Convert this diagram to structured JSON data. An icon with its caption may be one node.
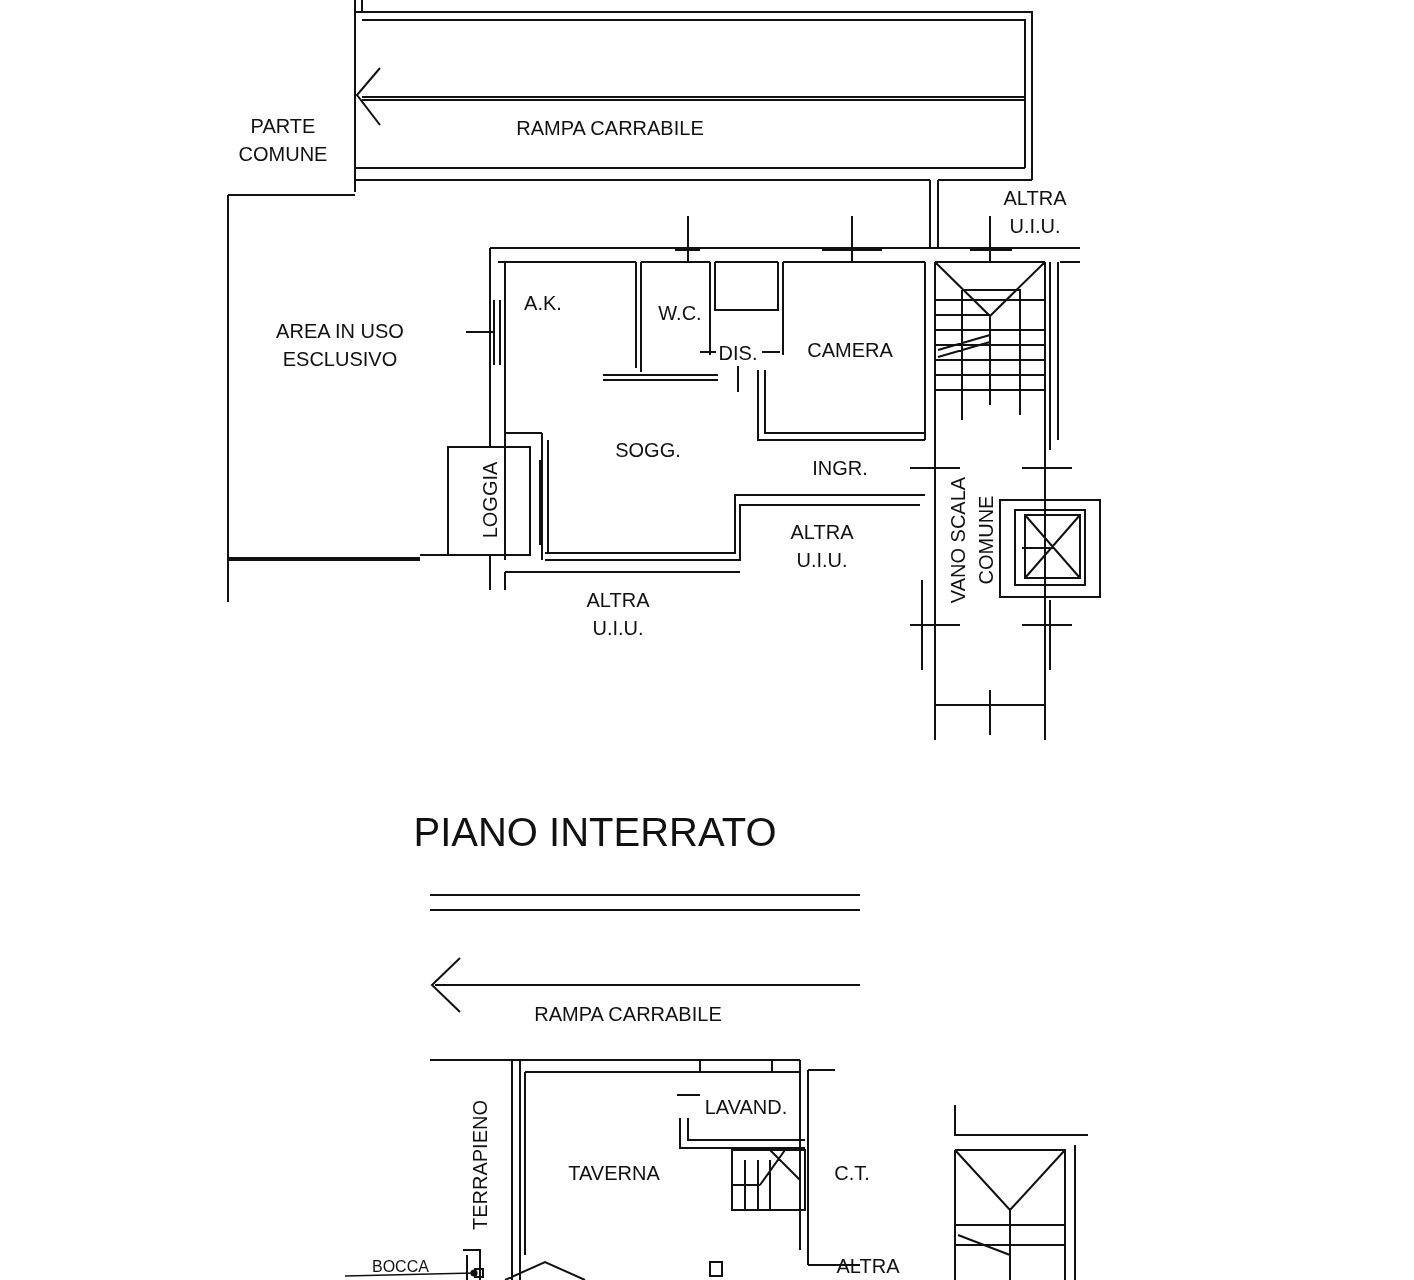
{
  "diagram": {
    "nodes": [
      {
        "text": [
          "BOCCA"
        ]
      },
      {
        "text": [],
        "shape": "box"
      }
    ],
    "edges": [
      {
        "from": 0,
        "to": 1,
        "arrow": "other"
      }
    ],
    "labels": [
      "PARTE COMUNE",
      "RAMPA CARRABILE",
      "ALTRA U.I.U.",
      "AREA IN USO ESCLUSIVO",
      "A.K.",
      "W.C.",
      "DIS.",
      "CAMERA",
      "SOGG.",
      "INGR.",
      "LOGGIA",
      "ALTRA U.I.U.",
      "VANO SCALA COMUNE",
      "ALTRA U.I.U.",
      "PIANO INTERRATO",
      "RAMPA CARRABILE",
      "LAVAND.",
      "TERRAPIENO",
      "TAVERNA",
      "C.T.",
      "ALTRA"
    ]
  }
}
